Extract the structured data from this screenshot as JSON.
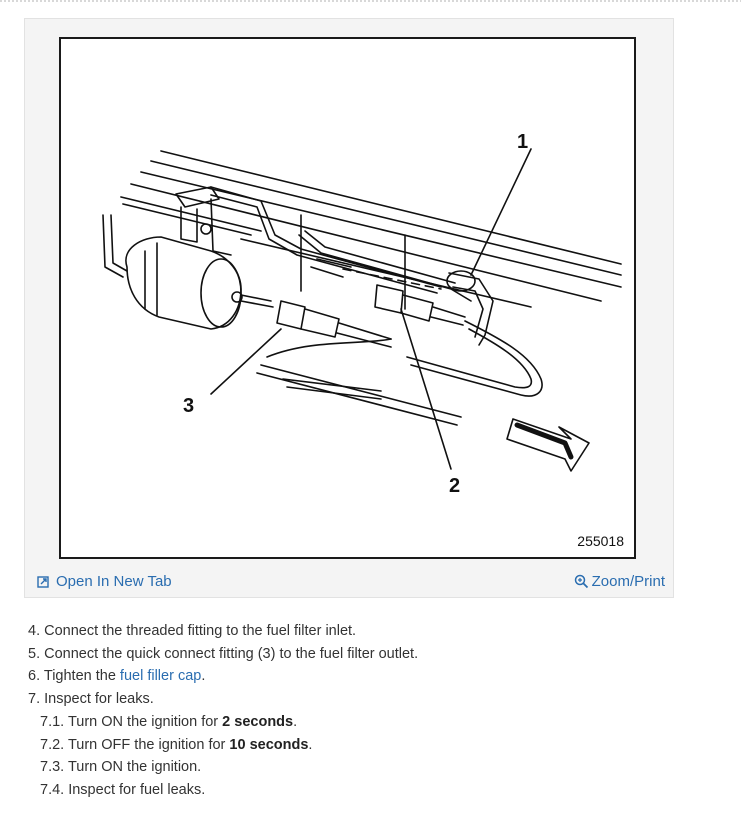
{
  "figure": {
    "callouts": [
      "1",
      "2",
      "3"
    ],
    "figure_id": "255018"
  },
  "toolbar": {
    "open_tab_label": "Open In New Tab",
    "zoom_print_label": "Zoom/Print",
    "open_tab_icon": "open-new-tab-icon",
    "zoom_icon": "magnifier-icon"
  },
  "steps": {
    "s4": {
      "num": "4.",
      "text": "Connect the threaded fitting to the fuel filter inlet."
    },
    "s5": {
      "num": "5.",
      "text": "Connect the quick connect fitting (3) to the fuel filter outlet."
    },
    "s6": {
      "num": "6.",
      "pre": "Tighten the",
      "link": "fuel filler cap",
      "post": "."
    },
    "s7": {
      "num": "7.",
      "text": "Inspect for leaks."
    },
    "s71": {
      "num": "7.1.",
      "pre": "Turn ON the ignition for",
      "bold": "2 seconds",
      "post": "."
    },
    "s72": {
      "num": "7.2.",
      "pre": "Turn OFF the ignition for",
      "bold": "10 seconds",
      "post": "."
    },
    "s73": {
      "num": "7.3.",
      "text": "Turn ON the ignition."
    },
    "s74": {
      "num": "7.4.",
      "text": "Inspect for fuel leaks."
    }
  },
  "colors": {
    "link": "#2a6db0",
    "text": "#333333"
  }
}
